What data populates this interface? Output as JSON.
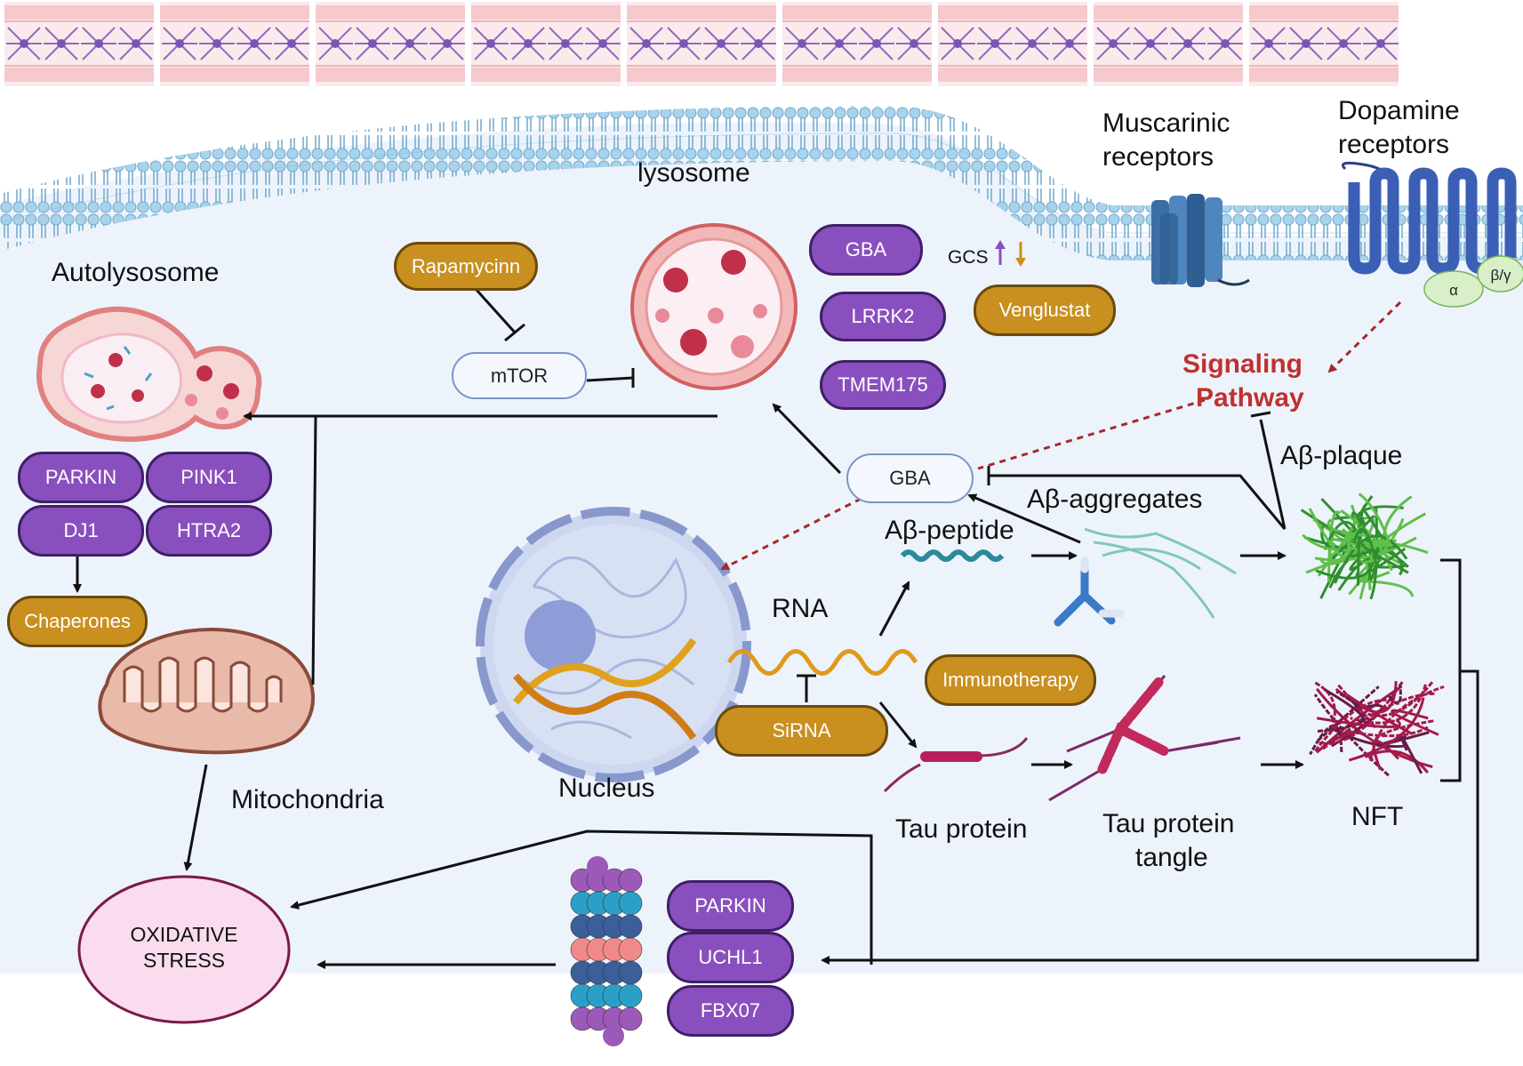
{
  "labels": {
    "lysosome": "lysosome",
    "autolysosome": "Autolysosome",
    "muscarinic": [
      "Muscarinic",
      "receptors"
    ],
    "dopamine": [
      "Dopamine",
      "receptors"
    ],
    "signaling": [
      "Signaling",
      "Pathway"
    ],
    "ab_plaque": "Aβ-plaque",
    "ab_aggregates": "Aβ-aggregates",
    "ab_peptide": "Aβ-peptide",
    "rna": "RNA",
    "nucleus": "Nucleus",
    "mitochondria": "Mitochondria",
    "tau_protein": "Tau protein",
    "tau_tangle": [
      "Tau protein",
      "tangle"
    ],
    "nft": "NFT",
    "gcs": "GCS",
    "alpha": "α",
    "beta_gamma": "β/γ",
    "oxidative": [
      "OXIDATIVE",
      "STRESS"
    ]
  },
  "pills": {
    "rapamycin": "Rapamycinn",
    "mtor": "mTOR",
    "gba_top": "GBA",
    "lrrk2": "LRRK2",
    "tmem175": "TMEM175",
    "venglustat": "Venglustat",
    "gba_mid": "GBA",
    "parkin_top": "PARKIN",
    "pink1": "PINK1",
    "dj1": "DJ1",
    "htra2": "HTRA2",
    "chaperones": "Chaperones",
    "immunotherapy": "Immunotherapy",
    "sirna": "SiRNA",
    "parkin_bottom": "PARKIN",
    "uchl1": "UCHL1",
    "fbx07": "FBX07"
  },
  "colors": {
    "purple": "#8a4fbe",
    "gold": "#c98f1f",
    "red_dashed": "#a52a2a",
    "background": "#edf3fb"
  }
}
